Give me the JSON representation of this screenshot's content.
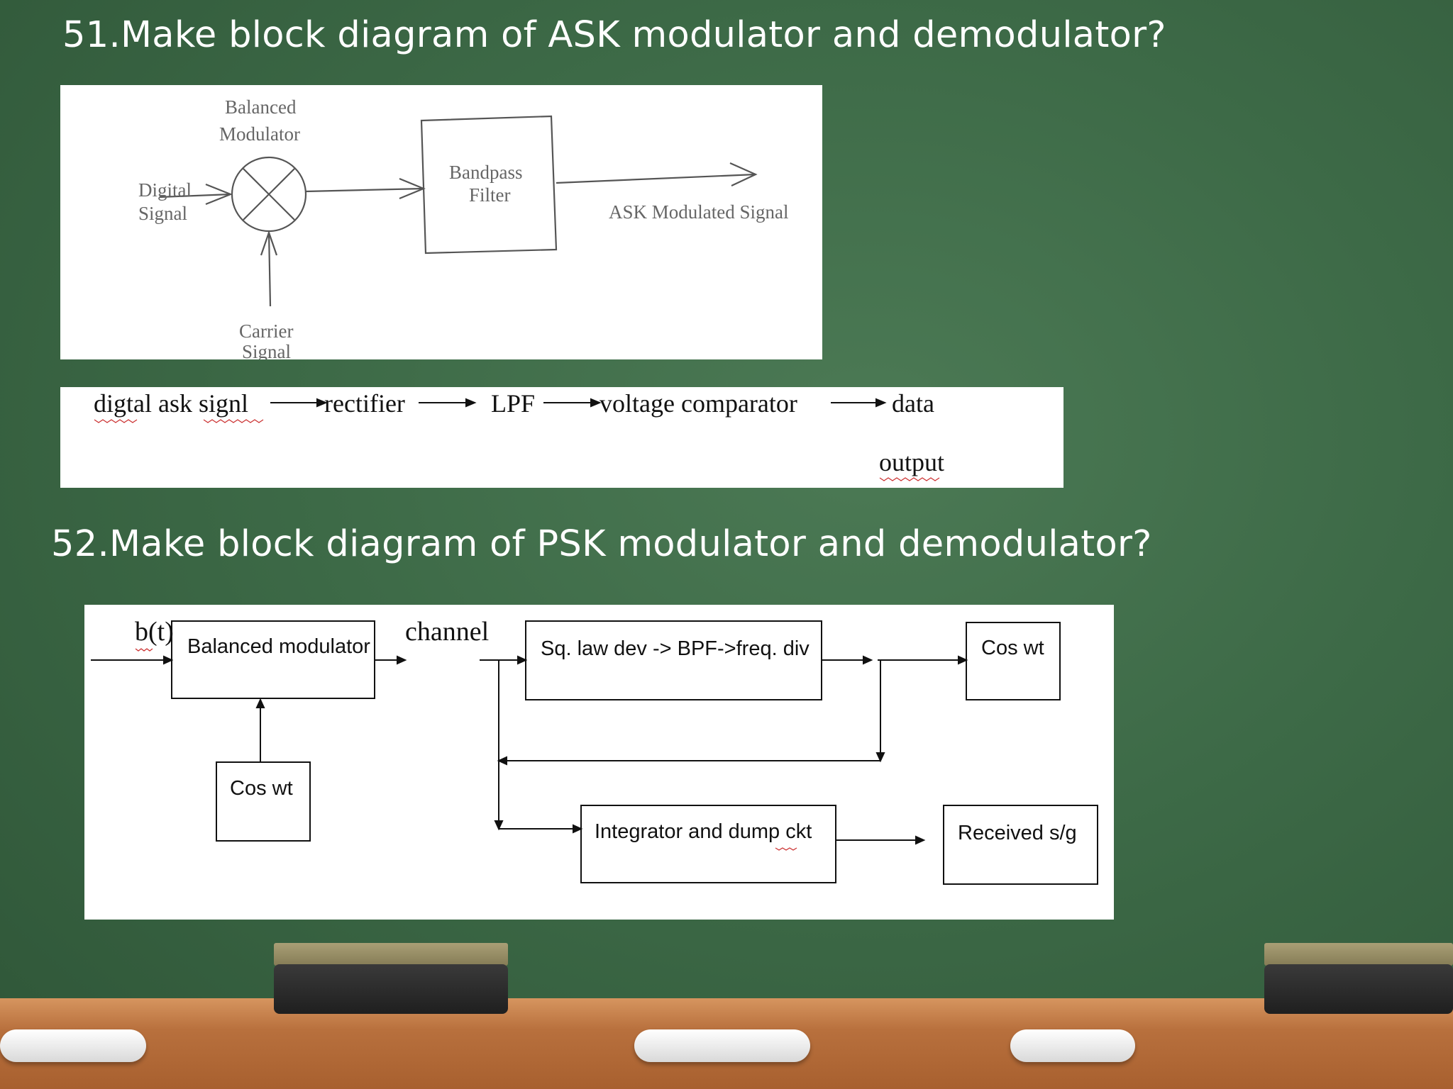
{
  "q51": {
    "title": "51.Make block diagram of ASK modulator and demodulator?"
  },
  "ask_modulator": {
    "input_label": [
      "Digital",
      "Signal"
    ],
    "mixer_label": [
      "Balanced",
      "Modulator"
    ],
    "filter_label": [
      "Bandpass",
      "Filter"
    ],
    "carrier_label": [
      "Carrier",
      "Signal"
    ],
    "output_label": "ASK Modulated Signal"
  },
  "ask_demodulator": {
    "input": "digtal ask signl",
    "stage1": "rectifier",
    "stage2": "LPF",
    "stage3": "voltage comparator",
    "output_line1": "data",
    "output_line2": "output"
  },
  "q52": {
    "title": "52.Make block diagram of PSK modulator and demodulator?"
  },
  "psk": {
    "input": "b(t)",
    "modulator": "Balanced modulator",
    "carrier": "Cos wt",
    "channel": "channel",
    "recovery": "Sq. law dev -> BPF->freq. div",
    "recovered_carrier": "Cos wt",
    "integrator": "Integrator and dump ckt",
    "received": "Received s/g"
  }
}
